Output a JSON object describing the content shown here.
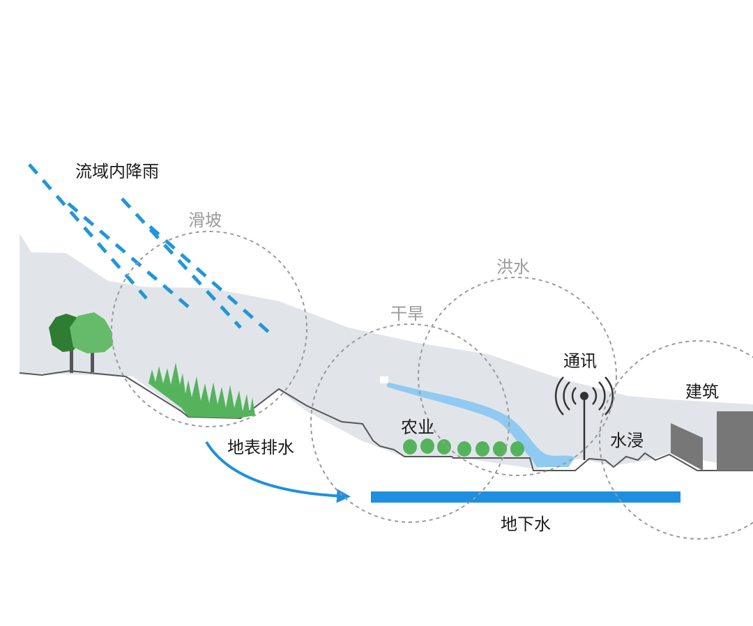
{
  "labels": {
    "rainfall": "流域内降雨",
    "landslide": "滑坡",
    "flood": "洪水",
    "drought": "干旱",
    "communication": "通讯",
    "building": "建筑",
    "agriculture": "农业",
    "surface_drainage": "地表排水",
    "waterlogging": "水浸",
    "groundwater": "地下水"
  },
  "colors": {
    "rain": "#2196d9",
    "sky_band": "#e1e5ea",
    "ground_line": "#555555",
    "river": "#90caf0",
    "groundwater": "#1e8fe0",
    "tree_dark": "#2e7d32",
    "tree_light": "#66bb6a",
    "grass": "#55b35c",
    "building": "#777777",
    "zone_circle": "#9a9a9a"
  },
  "icons": [
    "tree-icon",
    "grass-icon",
    "bush-icon",
    "antenna-icon",
    "building-icon",
    "arrow-icon"
  ]
}
